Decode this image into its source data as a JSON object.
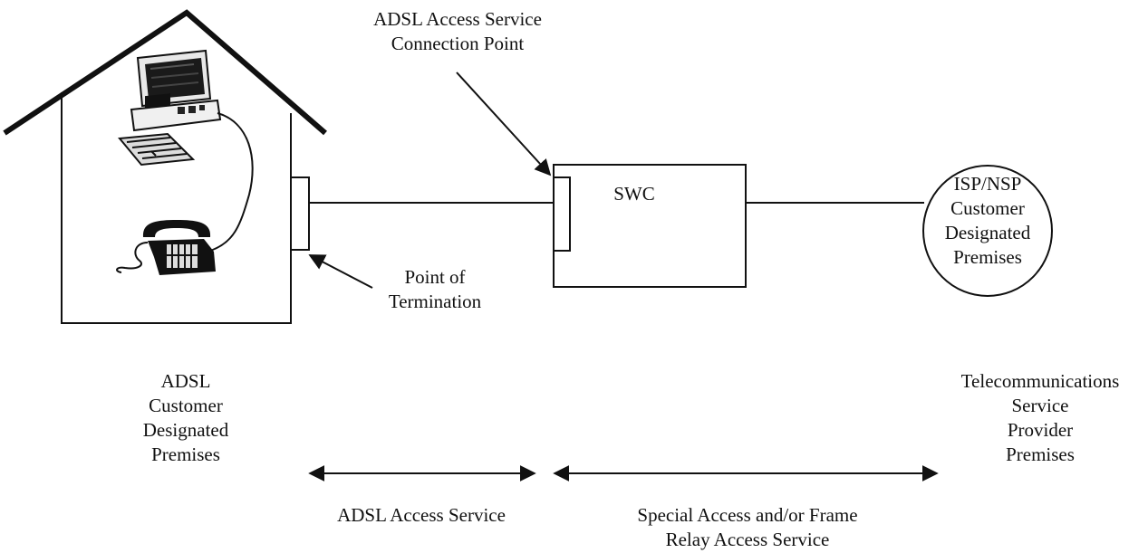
{
  "diagram": {
    "connection_point_label": [
      "ADSL Access Service",
      "Connection Point"
    ],
    "swc_label": "SWC",
    "isp_label": [
      "ISP/NSP",
      "Customer",
      "Designated",
      "Premises"
    ],
    "termination_label": [
      "Point of",
      "Termination"
    ],
    "customer_premises_label": [
      "ADSL",
      "Customer",
      "Designated",
      "Premises"
    ],
    "telecom_label": [
      "Telecommunications",
      "Service",
      "Provider",
      "Premises"
    ],
    "adsl_access_service_label": "ADSL Access Service",
    "special_access_label": [
      "Special Access and/or Frame",
      "Relay Access Service"
    ]
  },
  "colors": {
    "stroke": "#111111",
    "background": "#ffffff"
  }
}
